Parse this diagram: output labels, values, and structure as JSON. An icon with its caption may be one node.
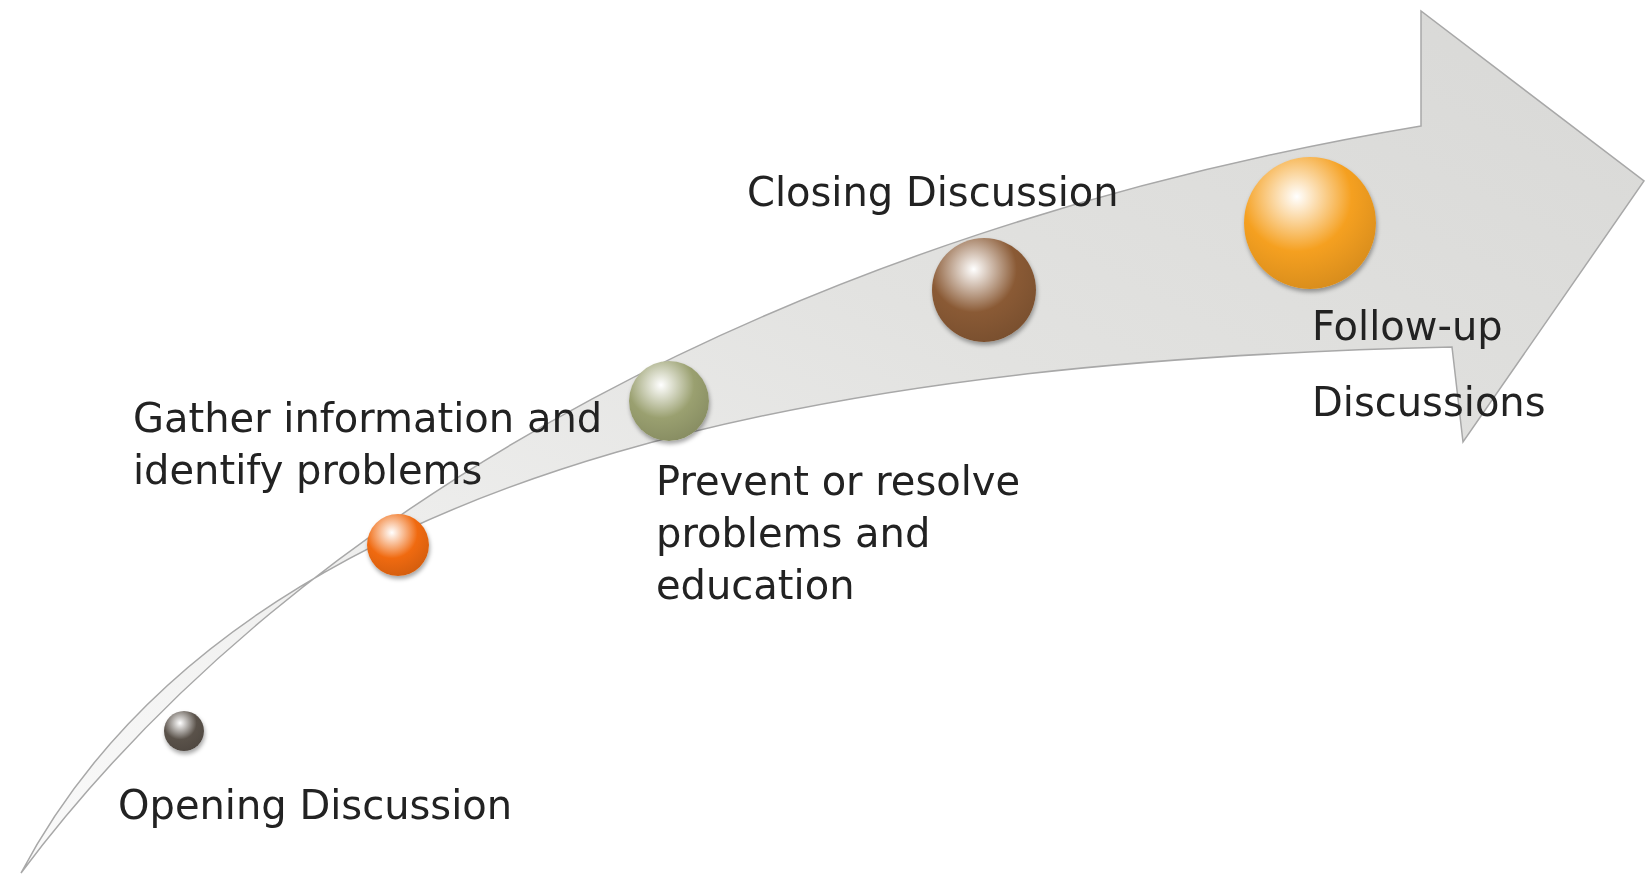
{
  "diagram": {
    "nodes": [
      {
        "text": [],
        "shape": "circle",
        "beside": [
          "Opening Discussion"
        ]
      },
      {
        "text": [],
        "shape": "circle",
        "beside": [
          "Gather information and identify problems"
        ]
      },
      {
        "text": [],
        "shape": "circle",
        "beside": [
          "Prevent or resolve problems and education"
        ]
      },
      {
        "text": [],
        "shape": "circle",
        "beside": [
          "Closing Discussion"
        ]
      },
      {
        "text": [],
        "shape": "circle",
        "beside": [
          "Follow-up Discussions"
        ]
      }
    ]
  }
}
